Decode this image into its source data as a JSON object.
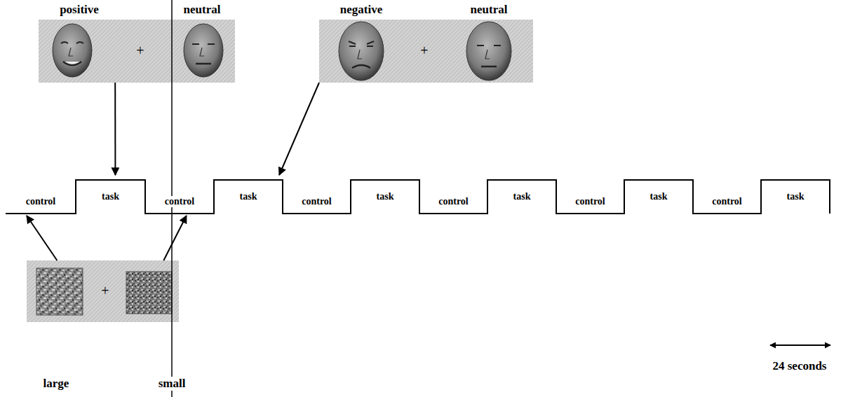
{
  "diagram": {
    "nodes": [
      {
        "text": [
          "positive",
          "neutral"
        ]
      },
      {
        "text": [
          "negative",
          "neutral"
        ]
      },
      {
        "text": [
          "control"
        ]
      },
      {
        "text": [
          "task"
        ]
      },
      {
        "text": [
          "control"
        ]
      },
      {
        "text": [
          "task"
        ]
      },
      {
        "text": [
          "control"
        ]
      },
      {
        "text": [
          "task"
        ]
      },
      {
        "text": [
          "control"
        ]
      },
      {
        "text": [
          "task"
        ]
      },
      {
        "text": [
          "control"
        ]
      },
      {
        "text": [
          "task"
        ]
      },
      {
        "text": [
          "control"
        ]
      },
      {
        "text": [
          "task"
        ]
      },
      {
        "text": [
          "large",
          "small"
        ]
      }
    ],
    "edges": [
      {
        "from": 0,
        "to": 3,
        "arrow": "to"
      },
      {
        "from": 1,
        "to": 5,
        "arrow": "to"
      },
      {
        "from": 14,
        "to": 2,
        "arrow": "to"
      },
      {
        "from": 14,
        "to": 4,
        "arrow": "to"
      }
    ],
    "labels": [
      "+",
      "+",
      "+",
      "24 seconds"
    ]
  }
}
